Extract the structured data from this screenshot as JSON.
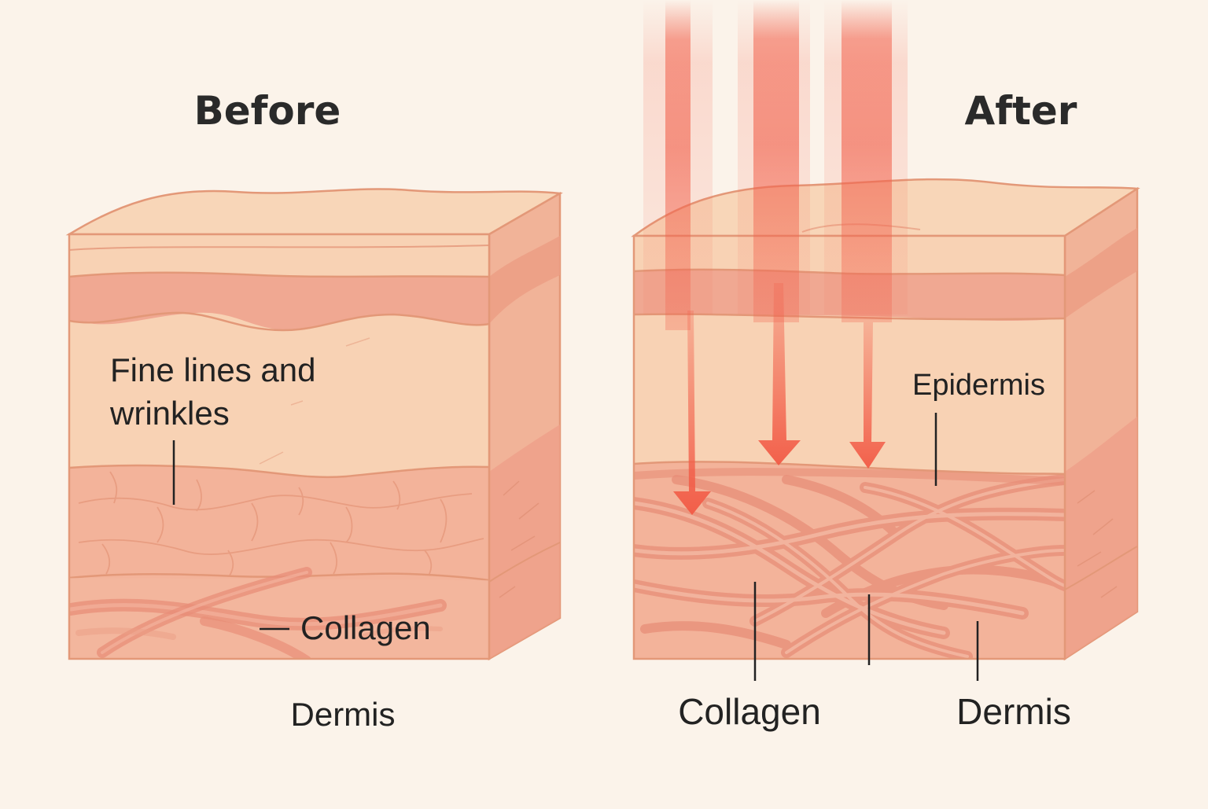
{
  "panels": {
    "before": {
      "title": "Before",
      "wrinkles_label_line1": "Fine lines and",
      "wrinkles_label_line2": "wrinkles",
      "collagen_label": "Collagen",
      "dermis_label": "Dermis"
    },
    "after": {
      "title": "After",
      "epidermis_label": "Epidermis",
      "collagen_label": "Collagen",
      "dermis_label": "Dermis"
    }
  },
  "colors": {
    "background": "#fbf3ea",
    "epidermis_top": "#f8d2b4",
    "epidermis_band": "#f1a98f",
    "mid_layer": "#f8cfb0",
    "dermis": "#f3ab93",
    "collagen_fiber": "#e88e78",
    "outline": "#e39878",
    "laser_beam": "#f2644f",
    "text": "#222222"
  }
}
